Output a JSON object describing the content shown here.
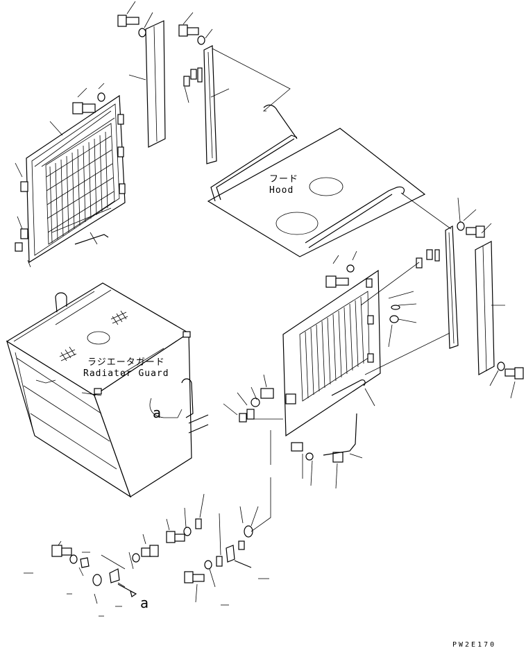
{
  "labels": {
    "hood_jp": "フード",
    "hood_en": "Hood",
    "guard_jp": "ラジエータガード",
    "guard_en": "Radiator Guard",
    "detail_marker": "a",
    "detail_arrow_label": "a",
    "drawing_code": "PW2E170"
  }
}
